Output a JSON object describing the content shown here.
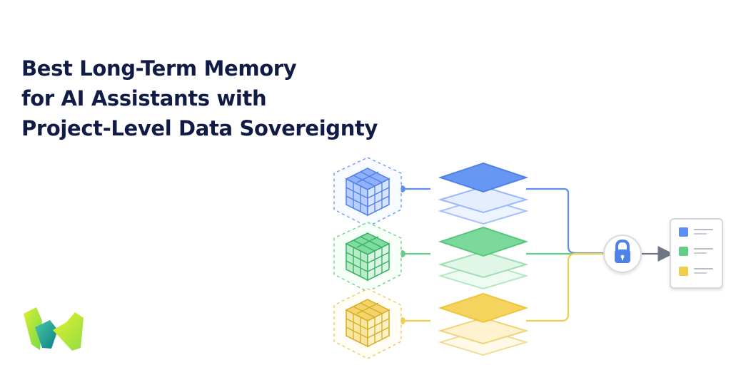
{
  "title_lines": [
    "Best Long-Term Memory",
    "for AI Assistants with",
    "Project-Level Data Sovereignty"
  ],
  "diagram": {
    "projects": [
      {
        "name": "blue",
        "color": "#5d8ef0",
        "light": "#dce8ff",
        "dark": "#3e70d8"
      },
      {
        "name": "green",
        "color": "#62cf84",
        "light": "#dcf5e4",
        "dark": "#35a85c"
      },
      {
        "name": "yellow",
        "color": "#f0cd4a",
        "light": "#fff1bf",
        "dark": "#d7a91d"
      }
    ],
    "icons": {
      "lock": "lock-icon",
      "document": "document-icon",
      "logo": "brand-logo"
    }
  }
}
